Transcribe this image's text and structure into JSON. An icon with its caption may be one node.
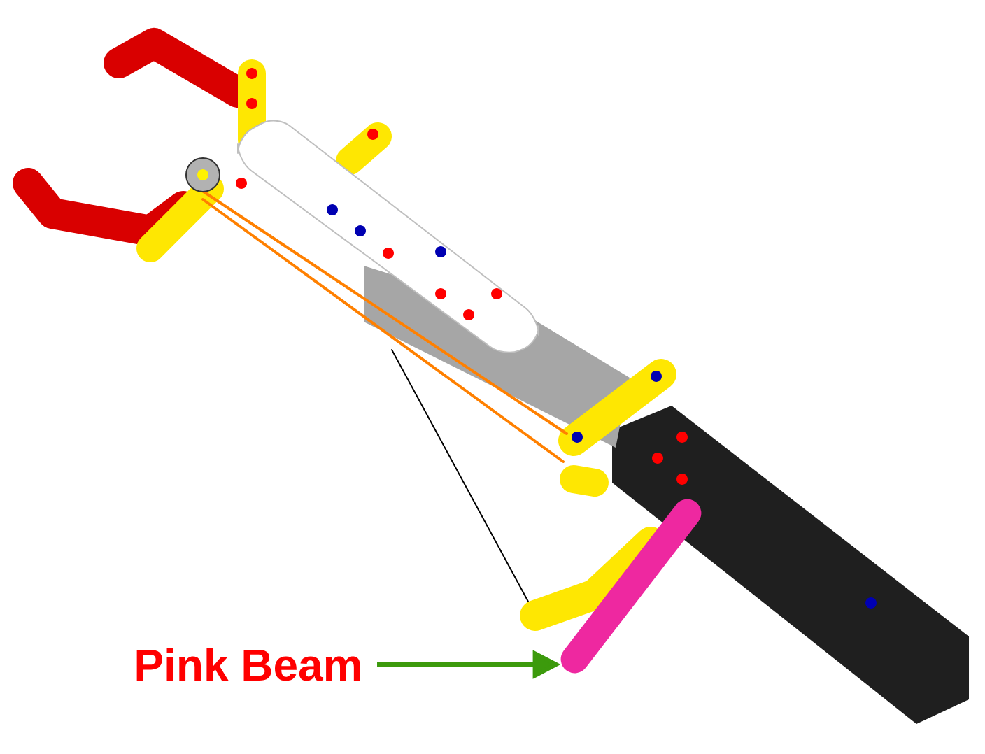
{
  "diagram": {
    "nodes": [
      {
        "text": [
          "Pink Beam"
        ]
      },
      {
        "text": [],
        "shape": "bar"
      }
    ],
    "edges": [
      {
        "from": 0,
        "to": 1,
        "arrow": "to",
        "color": "#3c9a0c"
      }
    ]
  }
}
